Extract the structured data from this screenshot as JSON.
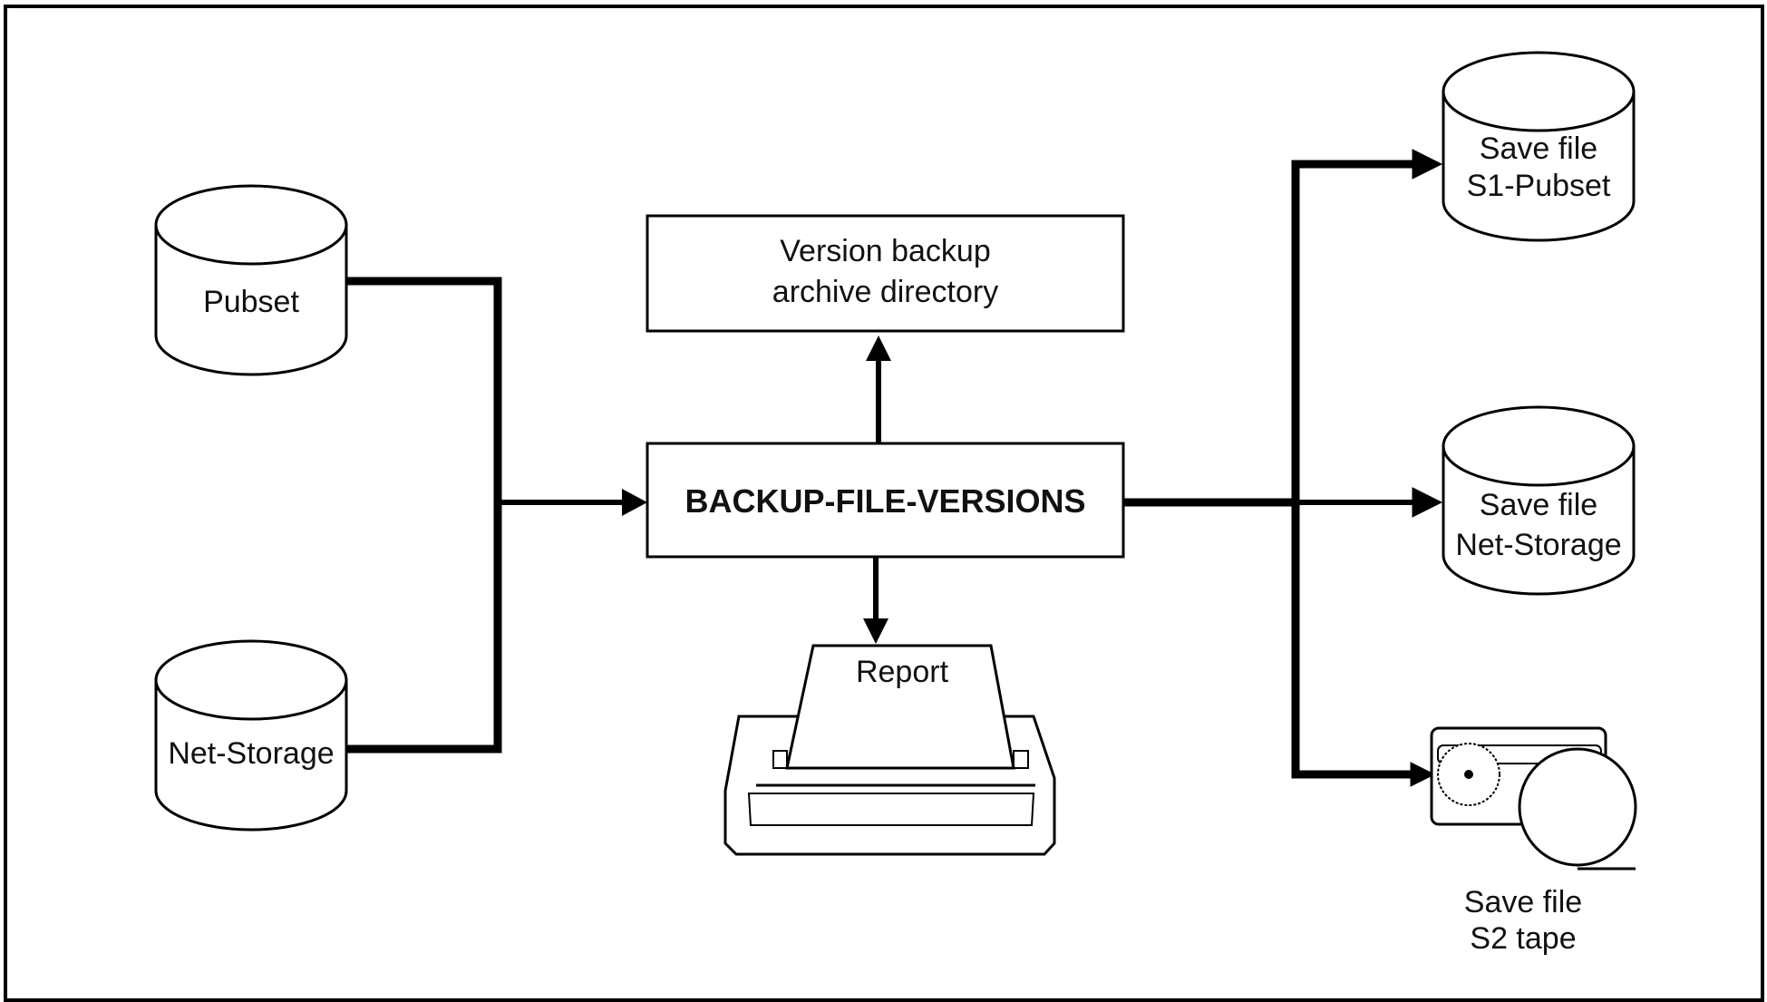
{
  "diagram": {
    "process": {
      "label": "BACKUP-FILE-VERSIONS"
    },
    "directory": {
      "line1": "Version backup",
      "line2": "archive directory"
    },
    "report": {
      "label": "Report"
    },
    "sources": [
      {
        "label": "Pubset"
      },
      {
        "label": "Net-Storage"
      }
    ],
    "targets": [
      {
        "line1": "Save file",
        "line2": "S1-Pubset"
      },
      {
        "line1": "Save file",
        "line2": "Net-Storage"
      },
      {
        "line1": "Save file",
        "line2": "S2 tape"
      }
    ],
    "colors": {
      "stroke": "#000000",
      "background": "#ffffff",
      "text": "#111111"
    }
  }
}
